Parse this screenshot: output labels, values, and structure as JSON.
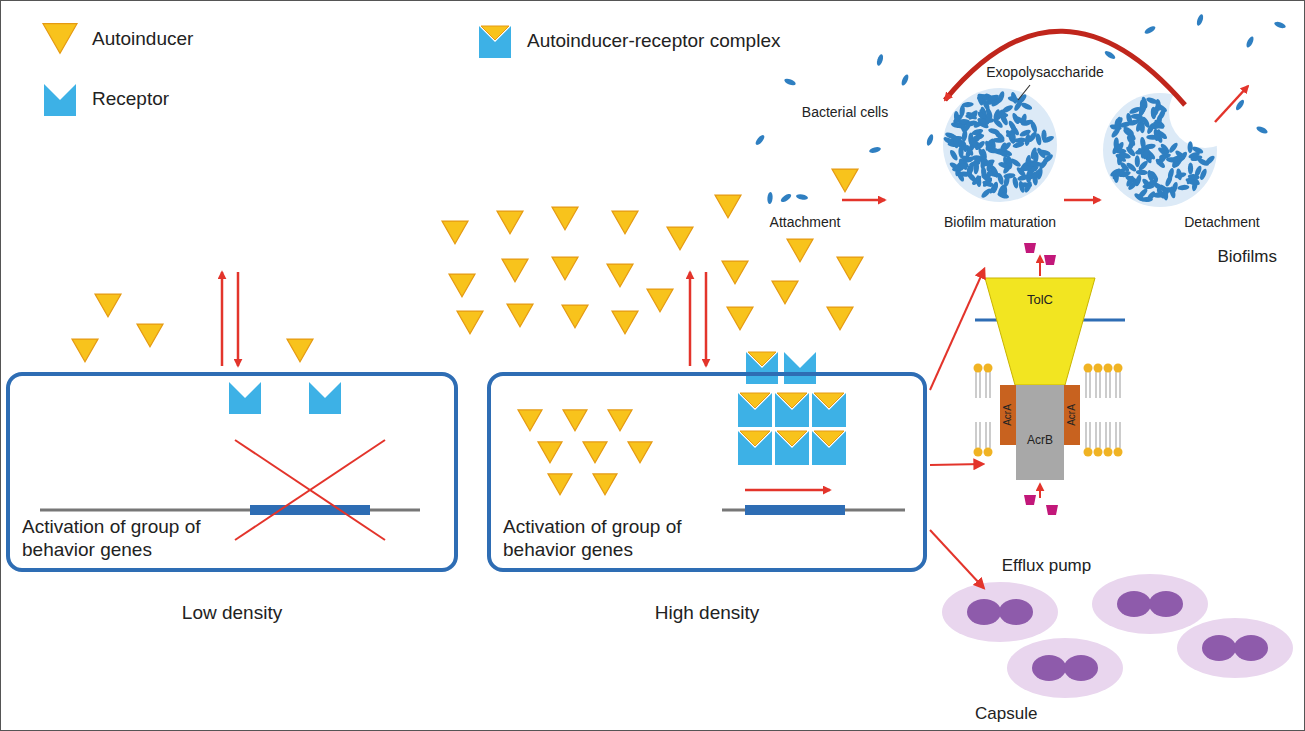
{
  "diagram": {
    "nodes": [
      {
        "text": [
          "Activation of group of behavior genes",
          "Low density"
        ]
      },
      {
        "text": [
          "Activation of group of behavior genes",
          "High density"
        ]
      },
      {
        "text": [
          "Biofilms"
        ]
      },
      {
        "text": [
          "Efflux pump"
        ]
      },
      {
        "text": [
          "Capsule"
        ]
      }
    ],
    "edges": [
      {
        "from": 1,
        "to": 2,
        "arrow": "to"
      },
      {
        "from": 1,
        "to": 3,
        "arrow": "to"
      },
      {
        "from": 1,
        "to": 4,
        "arrow": "to"
      }
    ],
    "labels": [
      "Bacterial cells",
      "Exopolysaccharide",
      "Attachment",
      "Biofilm maturation",
      "Detachment",
      "TolC",
      "AcrA",
      "AcrA",
      "AcrB"
    ],
    "legend": [
      {
        "text": "Autoinducer"
      },
      {
        "text": "Receptor"
      },
      {
        "text": "Autoinducer-receptor complex"
      }
    ]
  }
}
